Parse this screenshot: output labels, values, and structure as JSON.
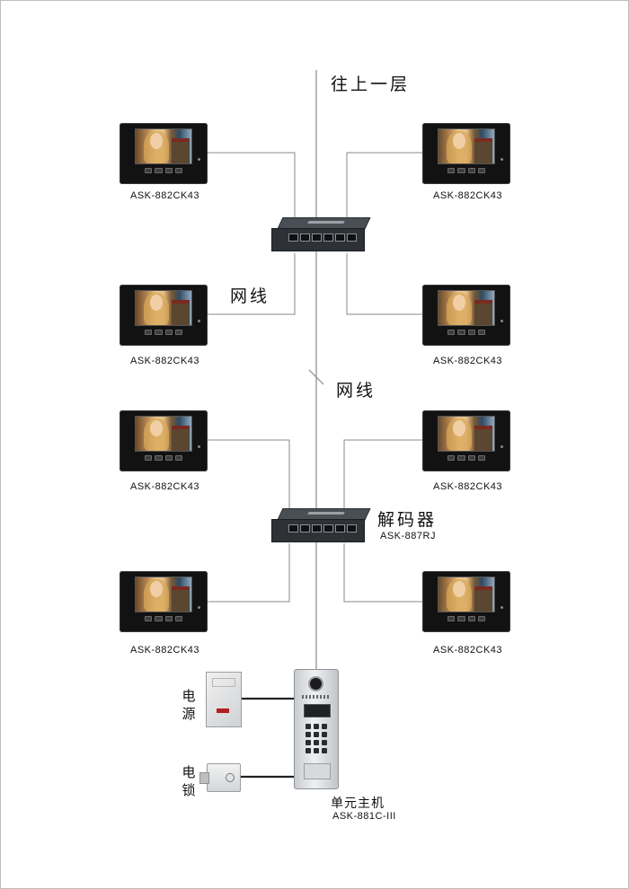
{
  "labels": {
    "up_floor": "往上一层",
    "cable_1": "网线",
    "cable_2": "网线",
    "decoder_title": "解码器",
    "decoder_model": "ASK-887RJ",
    "main_unit_title": "单元主机",
    "main_unit_model": "ASK-881C-III",
    "power": "电源",
    "lock": "电锁"
  },
  "monitors": [
    {
      "model": "ASK-882CK43"
    },
    {
      "model": "ASK-882CK43"
    },
    {
      "model": "ASK-882CK43"
    },
    {
      "model": "ASK-882CK43"
    },
    {
      "model": "ASK-882CK43"
    },
    {
      "model": "ASK-882CK43"
    },
    {
      "model": "ASK-882CK43"
    },
    {
      "model": "ASK-882CK43"
    }
  ]
}
